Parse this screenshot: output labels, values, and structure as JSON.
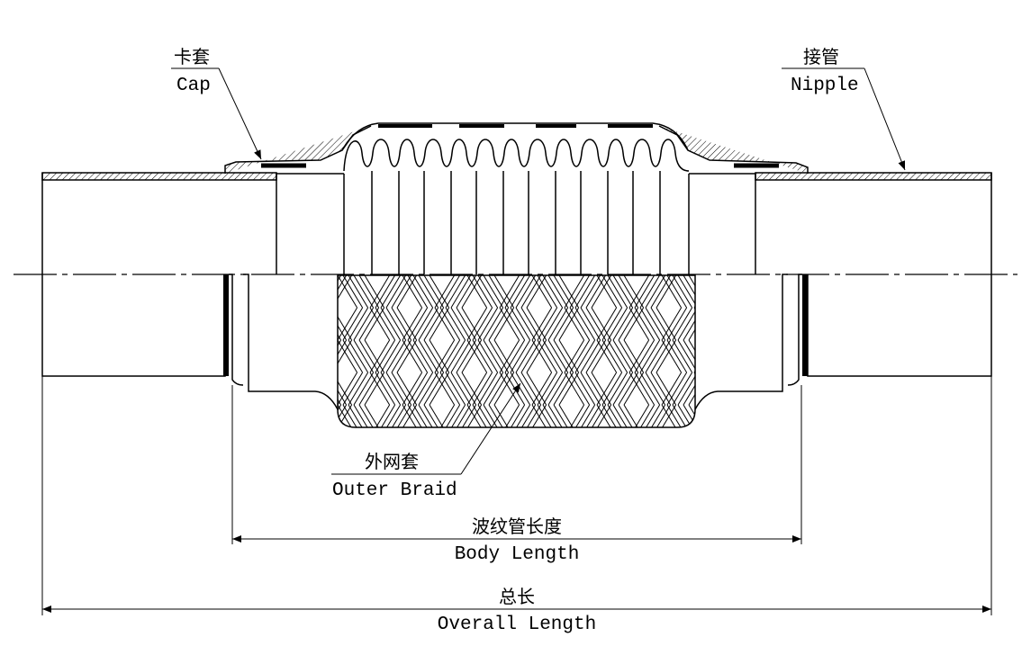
{
  "labels": {
    "cap_cn": "卡套",
    "cap_en": "Cap",
    "nipple_cn": "接管",
    "nipple_en": "Nipple",
    "braid_cn": "外网套",
    "braid_en": "Outer Braid",
    "body_length_cn": "波纹管长度",
    "body_length_en": "Body Length",
    "overall_length_cn": "总长",
    "overall_length_en": "Overall Length"
  },
  "colors": {
    "line": "#000000",
    "background": "#ffffff"
  }
}
